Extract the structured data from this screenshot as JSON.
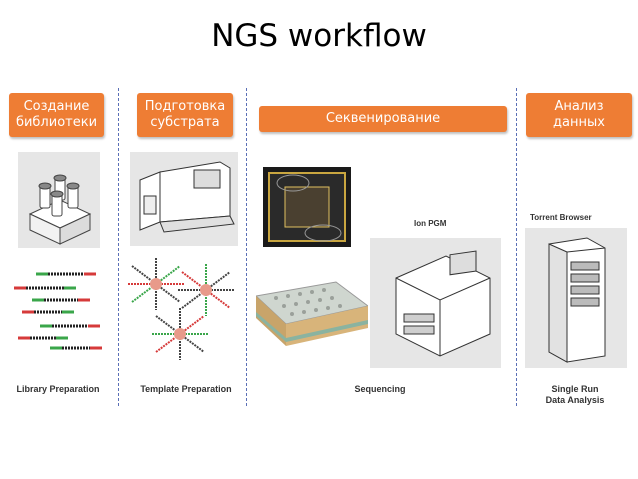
{
  "title": "NGS workflow",
  "stages": [
    {
      "label": "Создание\nбиблиотеки"
    },
    {
      "label": "Подготовка\nсубстрата"
    },
    {
      "label": "Секвенирование"
    },
    {
      "label": "Анализ\nданных"
    }
  ],
  "captions": {
    "library": "Library Preparation",
    "template": "Template Preparation",
    "sequencing": "Sequencing",
    "analysis": "Single Run\nData Analysis"
  },
  "device_labels": {
    "ion_pgm": "Ion PGM",
    "torrent_browser": "Torrent Browser"
  },
  "colors": {
    "accent": "#ee7d34",
    "divider": "#5a6fb6"
  }
}
